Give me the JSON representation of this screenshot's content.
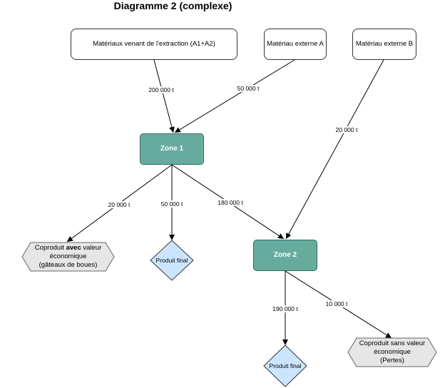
{
  "title": "Diagramme 2 (complexe)",
  "nodes": {
    "extraction": "Matériaux venant de l'extraction (A1+A2)",
    "externe_a": "Matériau externe A",
    "externe_b": "Matériau externe B",
    "zone1": "Zone 1",
    "zone2": "Zone 2",
    "coproduit_avec_prefix": "Coproduit ",
    "coproduit_avec_bold": "avec",
    "coproduit_avec_suffix": " valeur",
    "coproduit_avec_line2": "économique",
    "coproduit_avec_line3": "(gâteaux de boues)",
    "produit_final_1": "Produit final",
    "produit_final_2": "Produit final",
    "coproduit_sans_line1": "Coproduit sans valeur",
    "coproduit_sans_line2": "économique",
    "coproduit_sans_line3": "(Pertes)"
  },
  "edges": {
    "extraction_zone1": "200 000 t",
    "externeA_zone1": "50 000 t",
    "externeB_zone2": "20 000 t",
    "zone1_coproduit": "20 000 t",
    "zone1_produit": "50 000 t",
    "zone1_zone2": "180 000 t",
    "zone2_produit": "190 000 t",
    "zone2_pertes": "10 000 t"
  },
  "colors": {
    "zone_fill": "#67ab9f",
    "product_fill": "#cce5ff",
    "coproduct_fill": "#e6e6e6"
  }
}
